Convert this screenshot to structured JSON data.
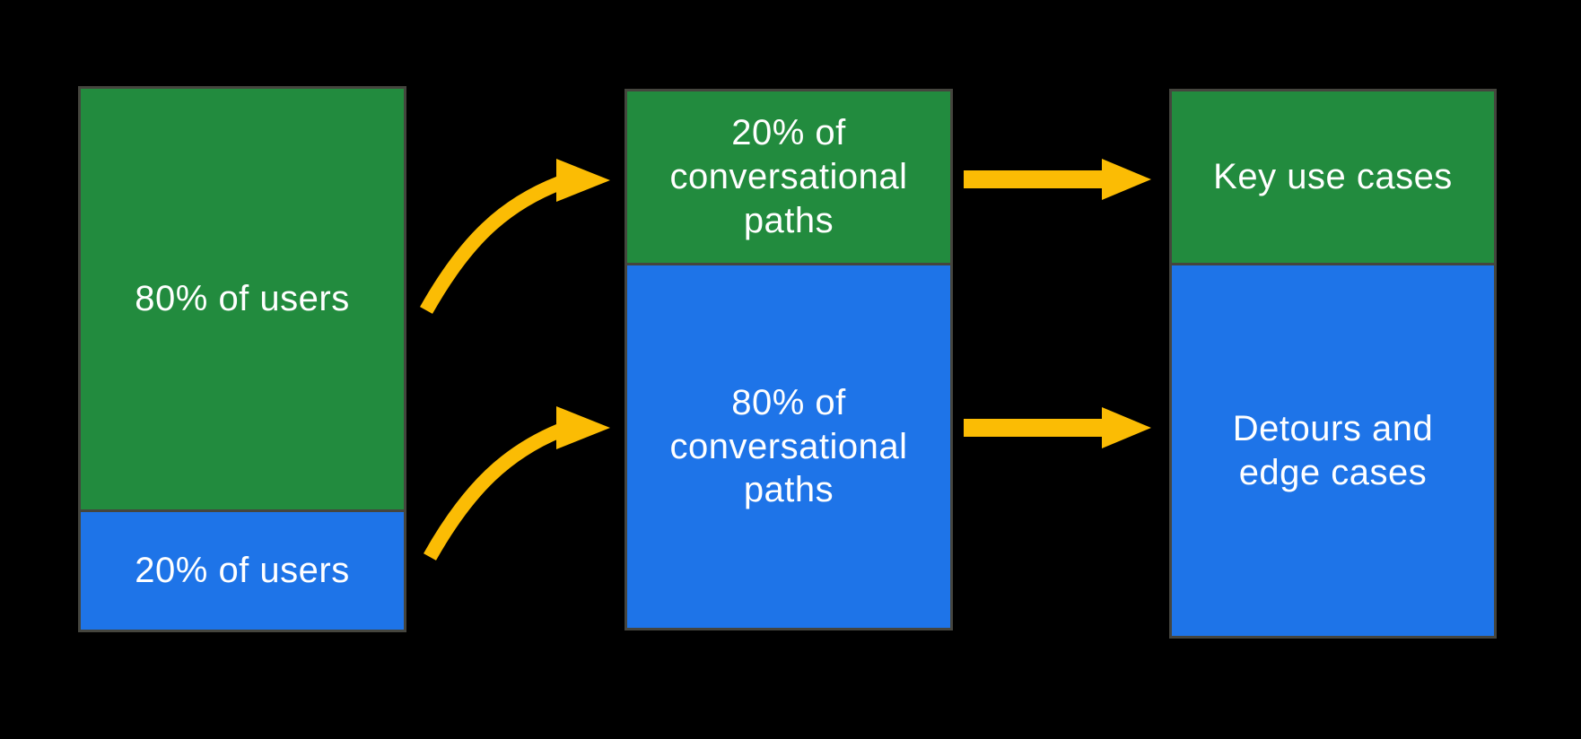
{
  "colors": {
    "background": "#000000",
    "green": "#228B3E",
    "blue": "#1E74E8",
    "yellow": "#FBBC04",
    "border": "#45453E",
    "text": "#FFFFFF"
  },
  "diagram": {
    "columns": [
      {
        "name": "users",
        "segments": [
          {
            "color": "green",
            "share": "80%",
            "label": "80% of users"
          },
          {
            "color": "blue",
            "share": "20%",
            "label": "20% of users"
          }
        ]
      },
      {
        "name": "conversational-paths",
        "segments": [
          {
            "color": "green",
            "share": "20%",
            "label": "20% of\nconversational\npaths"
          },
          {
            "color": "blue",
            "share": "80%",
            "label": "80% of\nconversational\npaths"
          }
        ]
      },
      {
        "name": "outcomes",
        "segments": [
          {
            "color": "green",
            "label": "Key use cases"
          },
          {
            "color": "blue",
            "label": "Detours and\nedge cases"
          }
        ]
      }
    ],
    "arrows": [
      {
        "name": "curved-arrow-users-80-to-paths-20",
        "style": "curved"
      },
      {
        "name": "curved-arrow-users-20-to-paths-80",
        "style": "curved"
      },
      {
        "name": "straight-arrow-paths-20-to-key-use-cases",
        "style": "straight"
      },
      {
        "name": "straight-arrow-paths-80-to-detours-edge-cases",
        "style": "straight"
      }
    ]
  }
}
